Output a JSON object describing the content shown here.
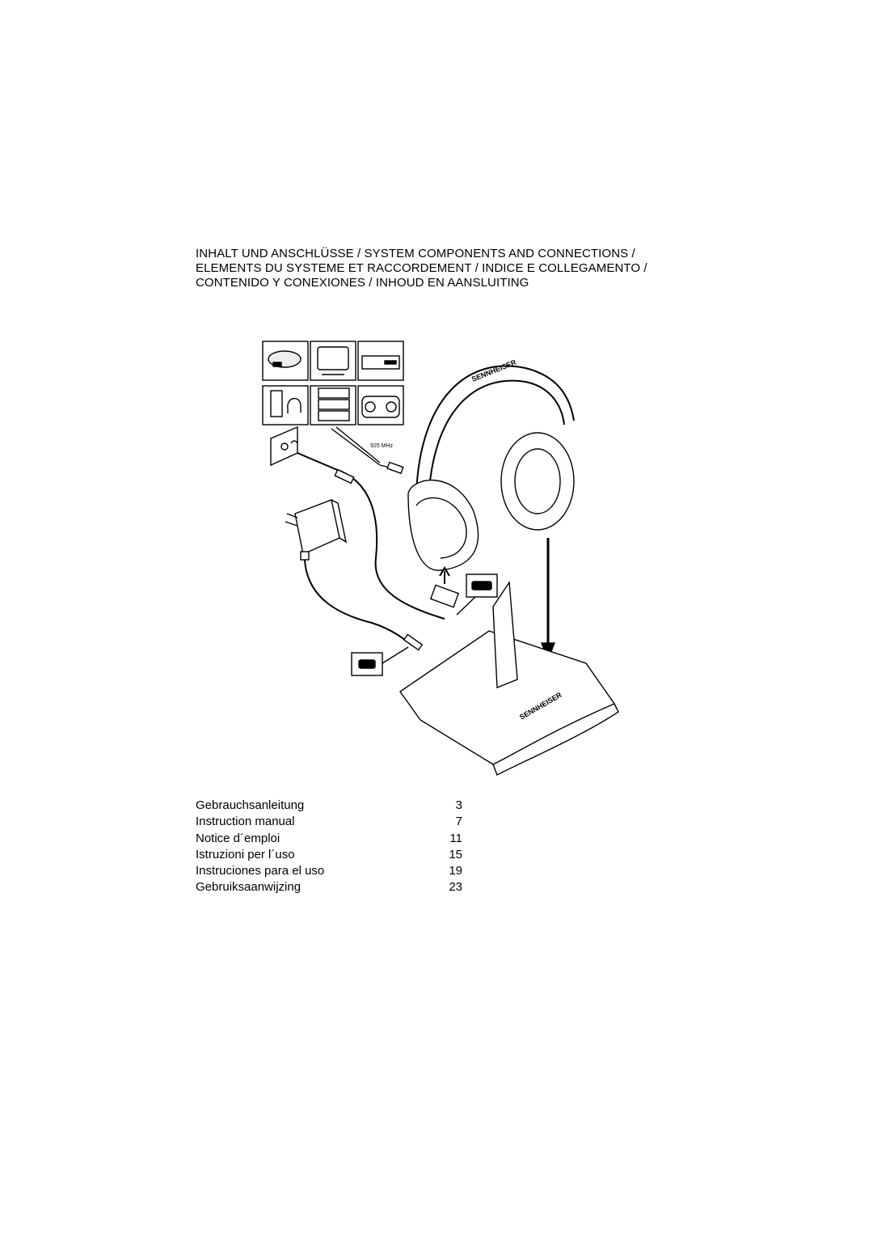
{
  "heading": {
    "lines": [
      "INHALT UND ANSCHLÜSSE / SYSTEM COMPONENTS AND CONNECTIONS /",
      "ELEMENTS DU SYSTEME ET RACCORDEMENT / INDICE E COLLEGAMENTO /",
      "CONTENIDO Y CONEXIONES / INHOUD EN AANSLUITING"
    ]
  },
  "figure": {
    "frequency_label": "925 MHz",
    "brand_text": "SENNHEISER",
    "icons": [
      "cd-player-icon",
      "tv-icon",
      "vcr-icon",
      "headphone-jack-icon",
      "hifi-stack-icon",
      "boombox-icon"
    ]
  },
  "toc": [
    {
      "title": "Gebrauchsanleitung",
      "page": "3"
    },
    {
      "title": "Instruction manual",
      "page": "7"
    },
    {
      "title": "Notice d´emploi",
      "page": "11"
    },
    {
      "title": "Istruzioni per l´uso",
      "page": "15"
    },
    {
      "title": "Instruciones para el uso",
      "page": "19"
    },
    {
      "title": "Gebruiksaanwijzing",
      "page": "23"
    }
  ]
}
